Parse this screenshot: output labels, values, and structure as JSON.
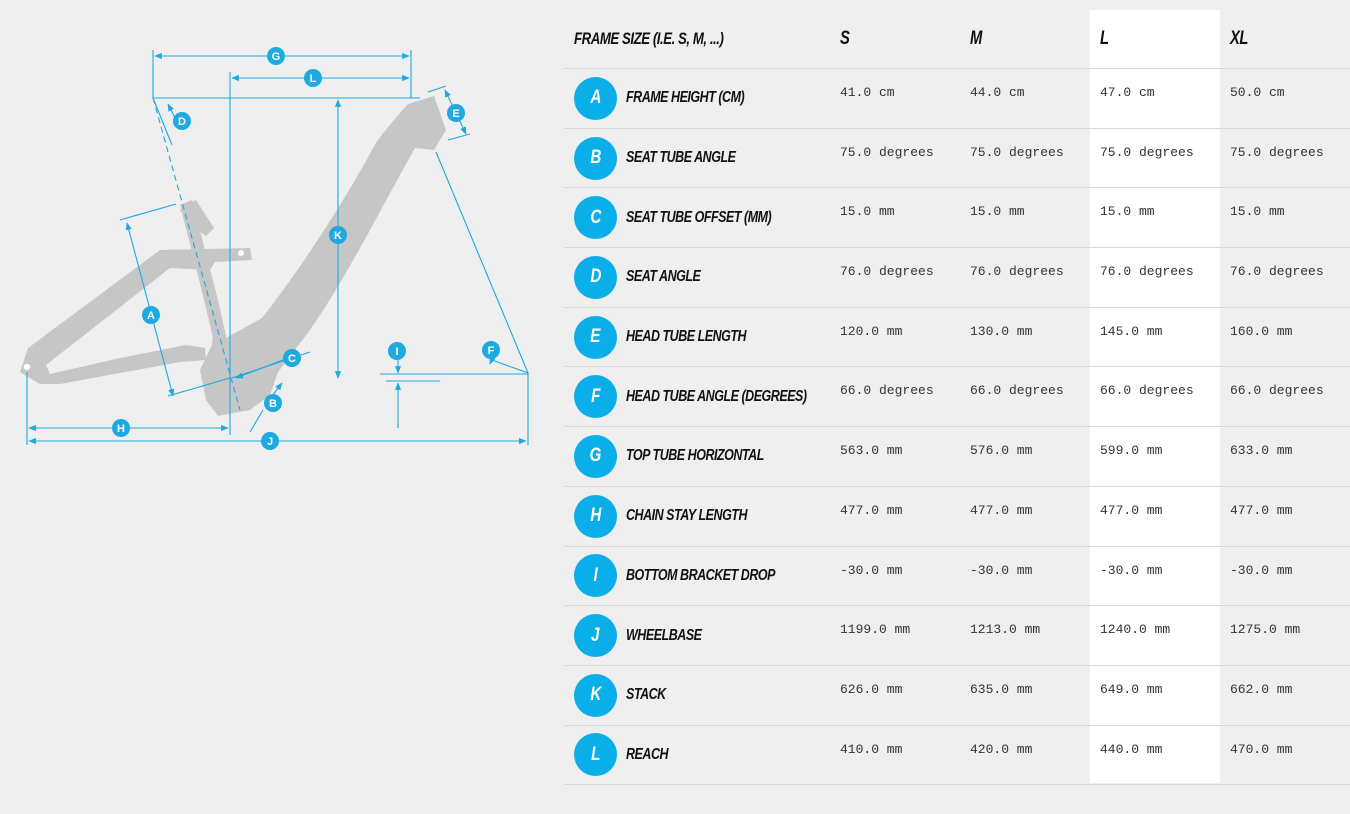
{
  "diagram": {
    "labels": [
      "A",
      "B",
      "C",
      "D",
      "E",
      "F",
      "G",
      "H",
      "I",
      "J",
      "K",
      "L"
    ]
  },
  "table": {
    "header": {
      "label": "FRAME SIZE (I.E. S, M, ...)",
      "sizes": [
        "S",
        "M",
        "L",
        "XL"
      ],
      "highlighted_size": "L"
    },
    "rows": [
      {
        "letter": "A",
        "name": "FRAME HEIGHT (CM)",
        "values": [
          "41.0 cm",
          "44.0 cm",
          "47.0 cm",
          "50.0 cm"
        ]
      },
      {
        "letter": "B",
        "name": "SEAT TUBE ANGLE",
        "values": [
          "75.0 degrees",
          "75.0 degrees",
          "75.0 degrees",
          "75.0 degrees"
        ]
      },
      {
        "letter": "C",
        "name": "SEAT TUBE OFFSET (MM)",
        "values": [
          "15.0 mm",
          "15.0 mm",
          "15.0 mm",
          "15.0 mm"
        ]
      },
      {
        "letter": "D",
        "name": "SEAT ANGLE",
        "values": [
          "76.0 degrees",
          "76.0 degrees",
          "76.0 degrees",
          "76.0 degrees"
        ]
      },
      {
        "letter": "E",
        "name": "HEAD TUBE LENGTH",
        "values": [
          "120.0 mm",
          "130.0 mm",
          "145.0 mm",
          "160.0 mm"
        ]
      },
      {
        "letter": "F",
        "name": "HEAD TUBE ANGLE (DEGREES)",
        "values": [
          "66.0 degrees",
          "66.0 degrees",
          "66.0 degrees",
          "66.0 degrees"
        ]
      },
      {
        "letter": "G",
        "name": "TOP TUBE HORIZONTAL",
        "values": [
          "563.0 mm",
          "576.0 mm",
          "599.0 mm",
          "633.0 mm"
        ]
      },
      {
        "letter": "H",
        "name": "CHAIN STAY LENGTH",
        "values": [
          "477.0 mm",
          "477.0 mm",
          "477.0 mm",
          "477.0 mm"
        ]
      },
      {
        "letter": "I",
        "name": "BOTTOM BRACKET DROP",
        "values": [
          "-30.0 mm",
          "-30.0 mm",
          "-30.0 mm",
          "-30.0 mm"
        ]
      },
      {
        "letter": "J",
        "name": "WHEELBASE",
        "values": [
          "1199.0 mm",
          "1213.0 mm",
          "1240.0 mm",
          "1275.0 mm"
        ]
      },
      {
        "letter": "K",
        "name": "STACK",
        "values": [
          "626.0 mm",
          "635.0 mm",
          "649.0 mm",
          "662.0 mm"
        ]
      },
      {
        "letter": "L",
        "name": "REACH",
        "values": [
          "410.0 mm",
          "420.0 mm",
          "440.0 mm",
          "470.0 mm"
        ]
      }
    ]
  },
  "colors": {
    "accent": "#1fa9e1",
    "badge": "#0aaee8",
    "frame": "#c6c6c6",
    "background": "#efefef",
    "highlight": "#ffffff"
  }
}
